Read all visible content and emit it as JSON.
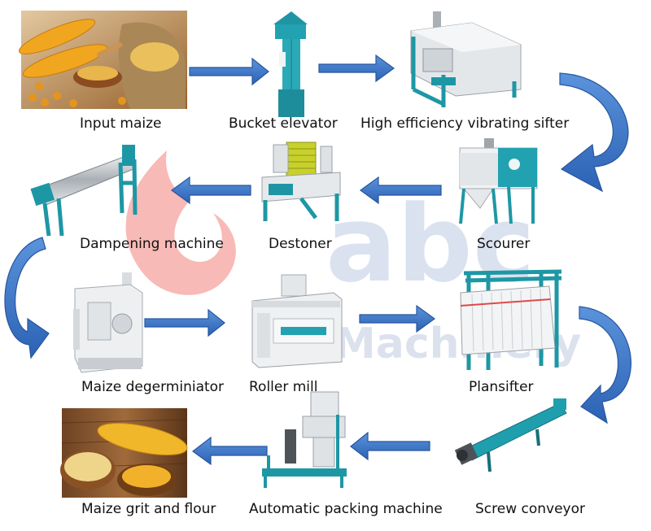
{
  "watermark": {
    "brand": "abc",
    "sub": "Machinery",
    "brand_color": "#e8574f",
    "letter_color": "#2a4f9a"
  },
  "colors": {
    "arrow_fill": "#3b74c6",
    "arrow_stroke": "#27569f",
    "machine_teal": "#1e9aa8",
    "machine_grey": "#b7bcc2"
  },
  "steps": [
    {
      "id": "input-maize",
      "label": "Input maize",
      "icon": "maize-photo-icon"
    },
    {
      "id": "bucket-elevator",
      "label": "Bucket elevator",
      "icon": "bucket-elevator-icon"
    },
    {
      "id": "vibrating-sifter",
      "label": "High efficiency vibrating sifter",
      "icon": "vibrating-sifter-icon"
    },
    {
      "id": "scourer",
      "label": "Scourer",
      "icon": "scourer-icon"
    },
    {
      "id": "destoner",
      "label": "Destoner",
      "icon": "destoner-icon"
    },
    {
      "id": "dampening-machine",
      "label": "Dampening machine",
      "icon": "dampening-machine-icon"
    },
    {
      "id": "maize-degerminator",
      "label": "Maize degerminiator",
      "icon": "degerminator-icon"
    },
    {
      "id": "roller-mill",
      "label": "Roller mill",
      "icon": "roller-mill-icon"
    },
    {
      "id": "plansifter",
      "label": "Plansifter",
      "icon": "plansifter-icon"
    },
    {
      "id": "screw-conveyor",
      "label": "Screw conveyor",
      "icon": "screw-conveyor-icon"
    },
    {
      "id": "automatic-packing-machine",
      "label": "Automatic packing machine",
      "icon": "packing-machine-icon"
    },
    {
      "id": "maize-grit-flour",
      "label": "Maize grit and flour",
      "icon": "grit-flour-photo-icon"
    }
  ]
}
